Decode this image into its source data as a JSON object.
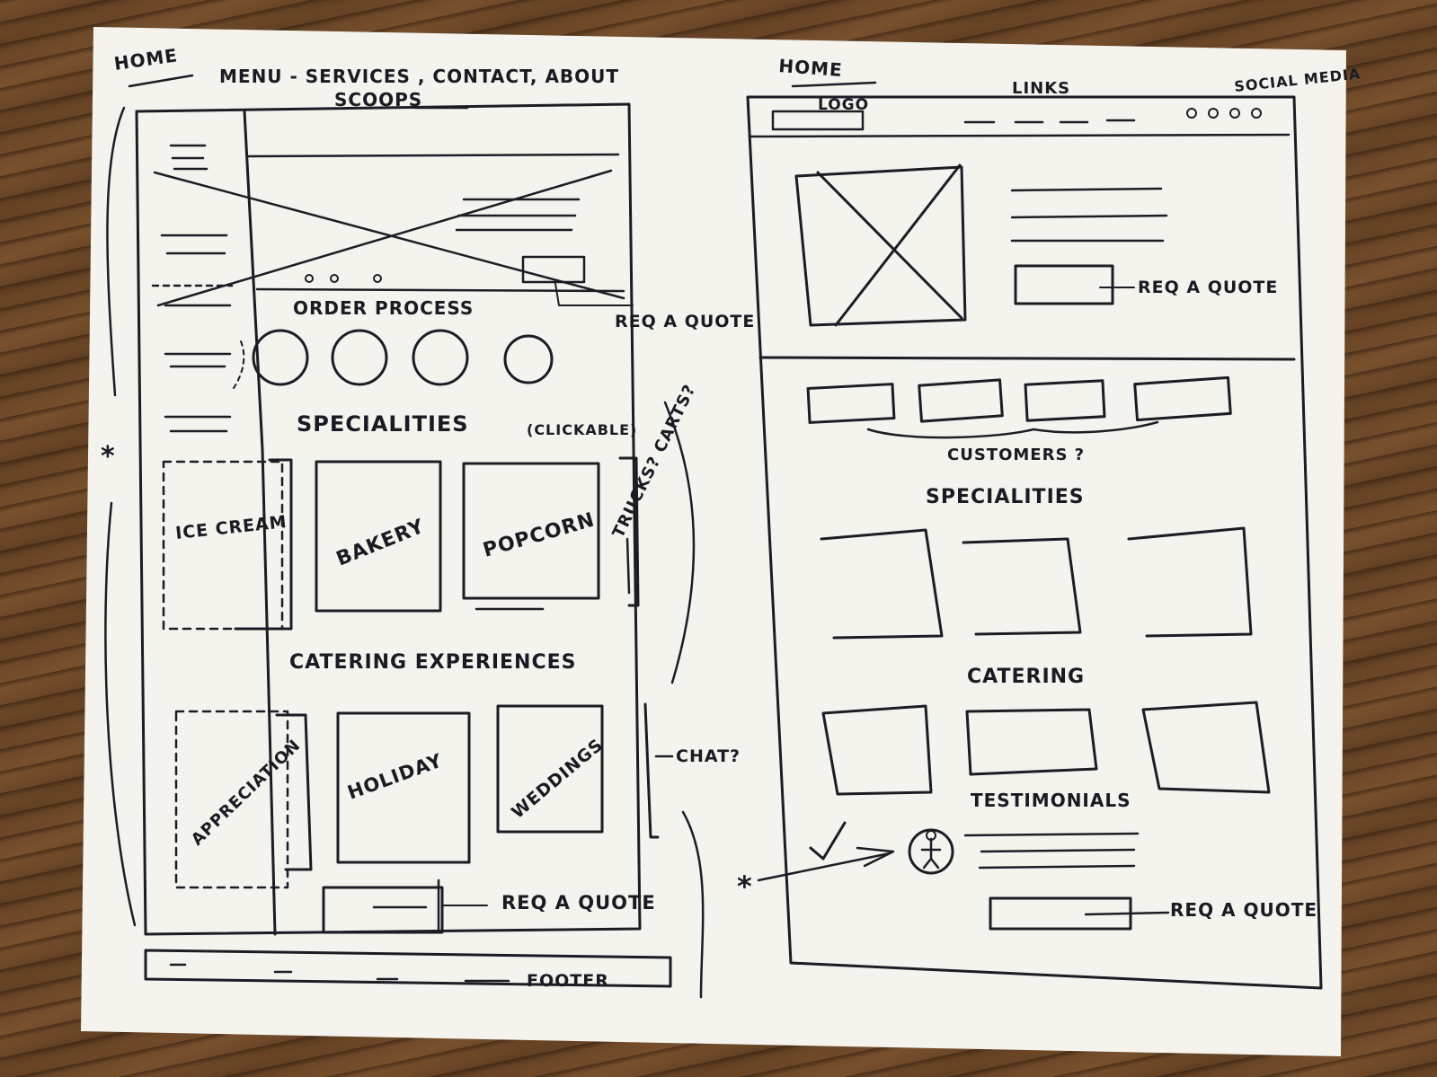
{
  "left_sketch": {
    "page_label": "HOME",
    "nav_note_line1": "MENU - SERVICES , CONTACT, ABOUT",
    "nav_note_line2": "SCOOPS",
    "quote_note_top": "REQ A QUOTE",
    "order_process_label": "ORDER PROCESS",
    "specialities_label": "SPECIALITIES",
    "specialities_note": "(CLICKABLE)",
    "specialty_cards": [
      "ICE CREAM",
      "BAKERY",
      "POPCORN",
      "TRUCKS? CARTS?"
    ],
    "catering_label": "CATERING EXPERIENCES",
    "catering_cards": [
      "APPRECIATION",
      "HOLIDAY",
      "WEDDINGS"
    ],
    "chat_note": "CHAT?",
    "quote_note_bottom": "REQ A QUOTE",
    "footer_label": "FOOTER"
  },
  "right_sketch": {
    "page_label": "HOME",
    "logo_label": "LOGO",
    "links_label": "LINKS",
    "social_label": "SOCIAL MEDIA",
    "hero_quote_note": "REQ A QUOTE",
    "customers_label": "CUSTOMERS ?",
    "specialities_label": "SPECIALITIES",
    "catering_label": "CATERING",
    "testimonials_label": "TESTIMONIALS",
    "quote_note_bottom": "REQ A QUOTE"
  },
  "colors": {
    "paper": "#f4f3ee",
    "ink": "#1c1c24",
    "desk": "#6e4a2a"
  }
}
